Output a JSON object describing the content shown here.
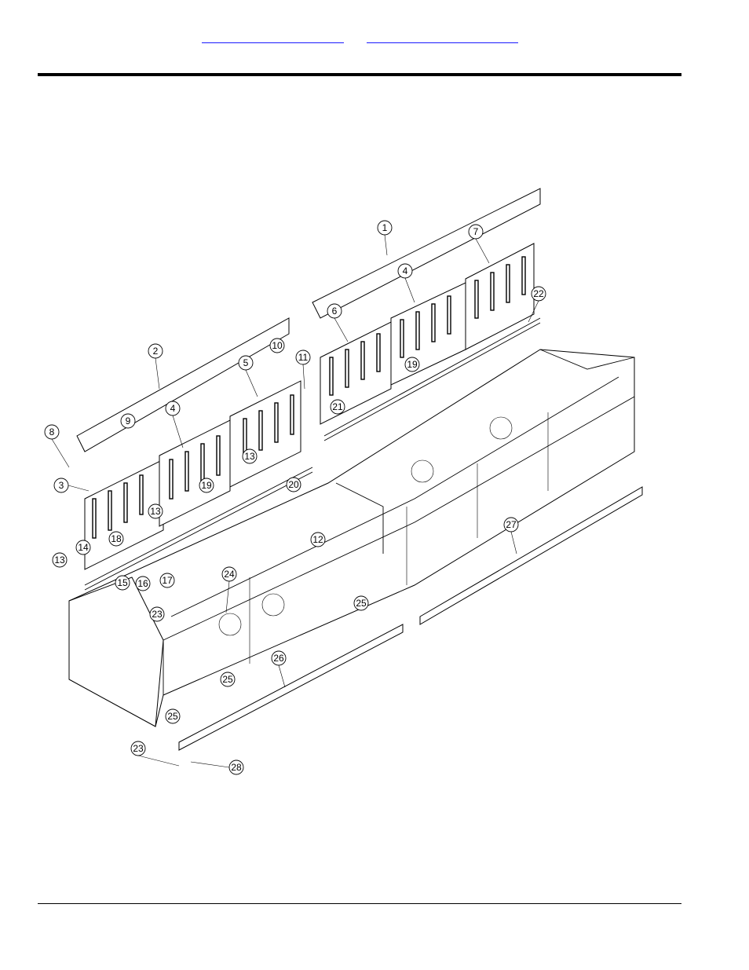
{
  "header": {
    "links": [
      {
        "name": "header-link-left",
        "text": ""
      },
      {
        "name": "header-link-right",
        "text": ""
      }
    ]
  },
  "diagram": {
    "callouts": [
      "1",
      "2",
      "3",
      "4",
      "4",
      "5",
      "6",
      "7",
      "8",
      "9",
      "10",
      "11",
      "12",
      "13",
      "13",
      "13",
      "14",
      "15",
      "16",
      "17",
      "18",
      "19",
      "19",
      "20",
      "21",
      "22",
      "23",
      "23",
      "24",
      "25",
      "25",
      "25",
      "26",
      "27",
      "28"
    ]
  },
  "colors": {
    "link": "#1a1aff",
    "rule": "#000000"
  }
}
